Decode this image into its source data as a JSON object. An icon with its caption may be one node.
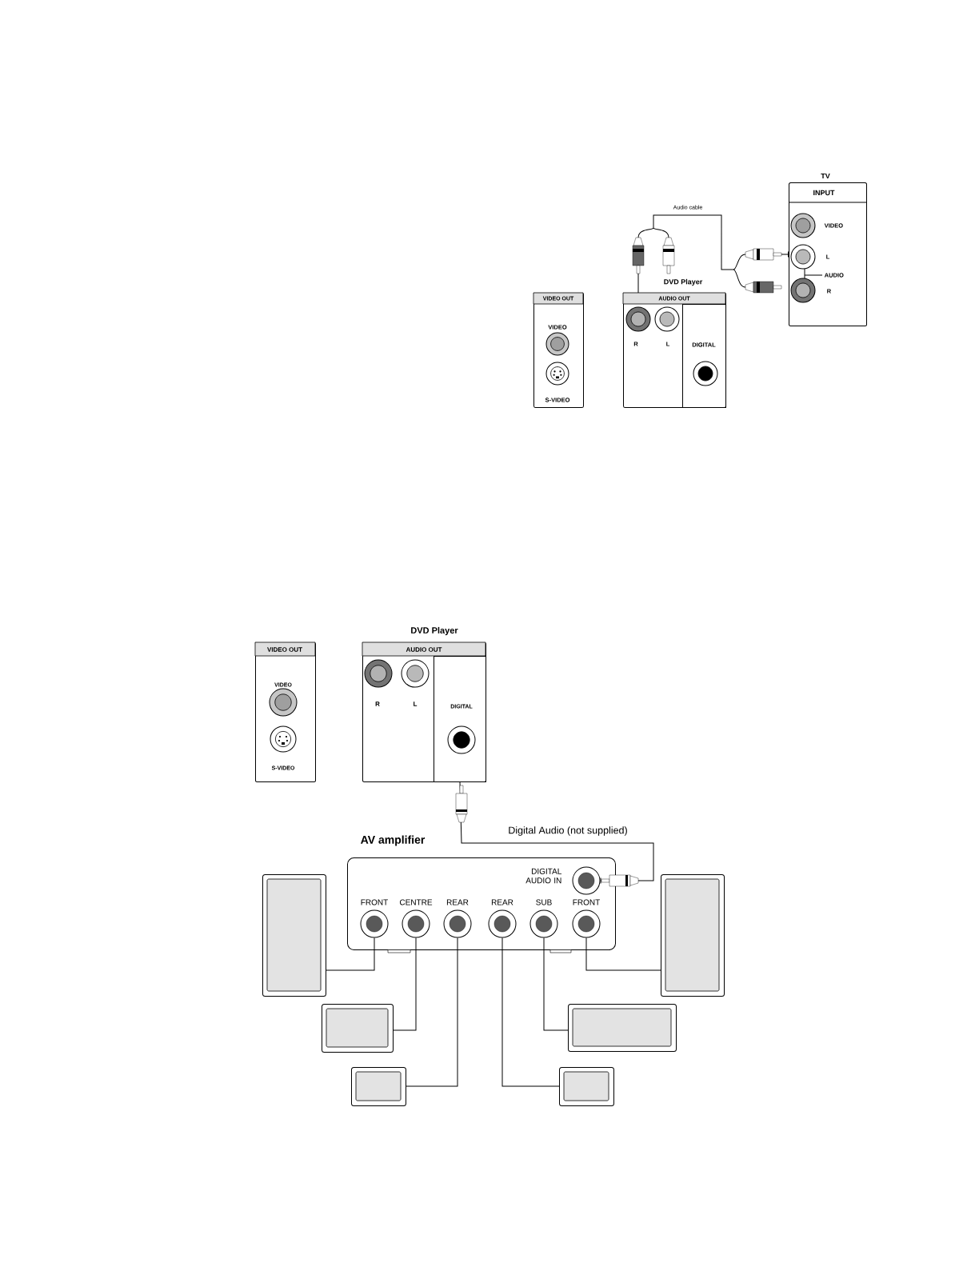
{
  "diagram": {
    "nodes": [
      {
        "text": [
          "TV",
          "INPUT",
          "VIDEO",
          "L",
          "AUDIO",
          "R"
        ]
      },
      {
        "text": [
          "VIDEO OUT",
          "VIDEO",
          "S-VIDEO"
        ]
      },
      {
        "text": [
          "DVD Player",
          "AUDIO OUT",
          "R",
          "L"
        ]
      },
      {
        "text": [
          "DIGITAL"
        ],
        "in": 2
      },
      {
        "text": [
          "VIDEO OUT",
          "VIDEO",
          "S-VIDEO"
        ]
      },
      {
        "text": [
          "DVD Player",
          "AUDIO OUT",
          "R",
          "L"
        ]
      },
      {
        "text": [
          "DIGITAL"
        ],
        "in": 5
      },
      {
        "text": [
          "AV amplifier"
        ]
      },
      {
        "text": [
          "DIGITAL AUDIO IN"
        ],
        "in": 7
      },
      {
        "text": [
          "FRONT"
        ],
        "in": 7
      },
      {
        "text": [
          "CENTRE"
        ],
        "in": 7
      },
      {
        "text": [
          "REAR"
        ],
        "in": 7
      },
      {
        "text": [
          "REAR"
        ],
        "in": 7
      },
      {
        "text": [
          "SUB"
        ],
        "in": 7
      },
      {
        "text": [
          "FRONT"
        ],
        "in": 7
      },
      {
        "text": [],
        "shape": "box"
      },
      {
        "text": [],
        "shape": "box"
      },
      {
        "text": [],
        "shape": "box"
      },
      {
        "text": [],
        "shape": "box"
      },
      {
        "text": [],
        "shape": "box"
      },
      {
        "text": [],
        "shape": "box"
      }
    ],
    "edges": [
      {
        "from": 2,
        "to": 0,
        "arrow": "other",
        "label": "Audio cable"
      },
      {
        "from": 6,
        "to": 8,
        "arrow": "other",
        "label": "Digital Audio (not supplied)"
      },
      {
        "from": 9,
        "to": 15,
        "arrow": "none"
      },
      {
        "from": 10,
        "to": 16,
        "arrow": "none"
      },
      {
        "from": 11,
        "to": 17,
        "arrow": "none"
      },
      {
        "from": 12,
        "to": 18,
        "arrow": "none"
      },
      {
        "from": 13,
        "to": 19,
        "arrow": "none"
      },
      {
        "from": 14,
        "to": 20,
        "arrow": "none"
      }
    ]
  }
}
